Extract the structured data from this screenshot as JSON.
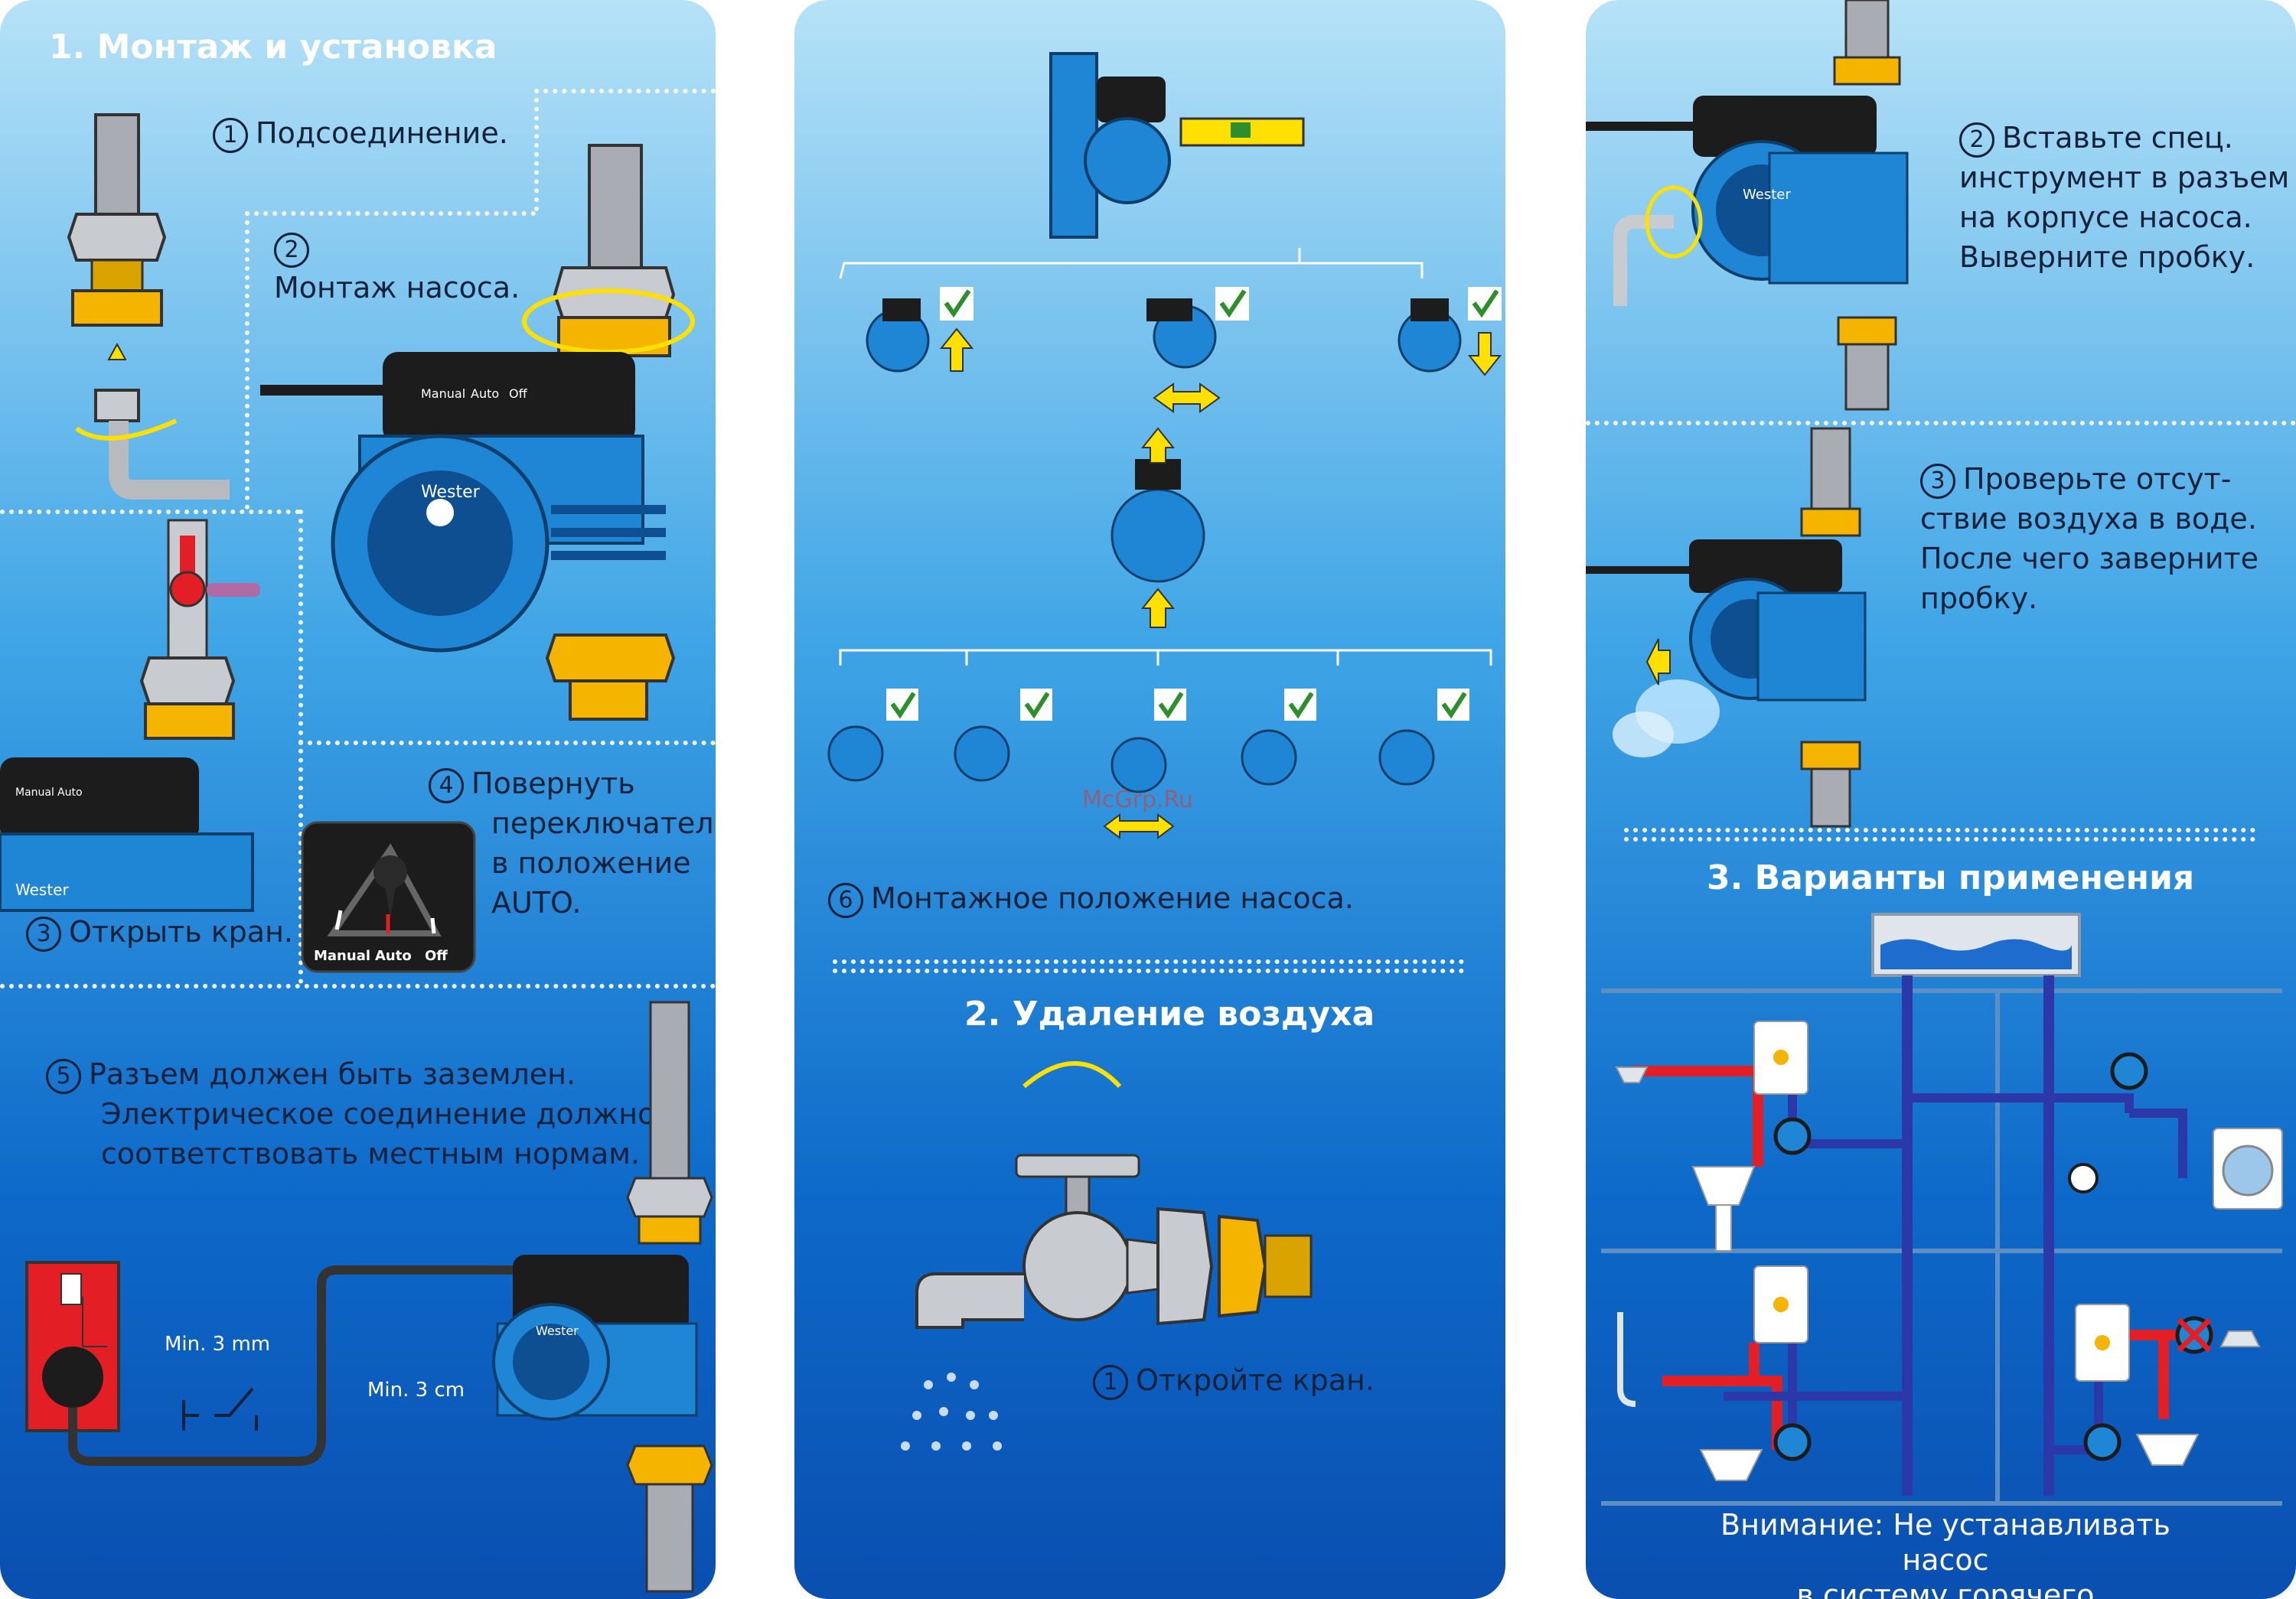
{
  "panel1": {
    "title": "1. Монтаж и установка",
    "step1": {
      "num": "1",
      "text": "Подсоединение."
    },
    "step2": {
      "num": "2",
      "text": "Монтаж насоса."
    },
    "step3": {
      "num": "3",
      "text": "Открыть кран."
    },
    "step4": {
      "num": "4",
      "lines": [
        "Повернуть",
        "переключатель",
        "в положение",
        "AUTO."
      ]
    },
    "step5": {
      "num": "5",
      "lines": [
        "Разъем должен быть заземлен.",
        "Электрическое соединение должно",
        "соответствовать местным нормам."
      ]
    },
    "switch_labels": {
      "manual": "Manual",
      "auto": "Auto",
      "off": "Off"
    },
    "min_mm": "Min. 3 mm",
    "min_cm": "Min. 3 cm",
    "brand": "Wester"
  },
  "panel2": {
    "step6": {
      "num": "6",
      "text": "Монтажное положение насоса."
    },
    "title": "2. Удаление воздуха",
    "step1": {
      "num": "1",
      "text": "Откройте кран."
    },
    "watermark": "McGrp.Ru"
  },
  "panel3": {
    "step2": {
      "num": "2",
      "lines": [
        "Вставьте спец.",
        "инструмент в разъем",
        "на корпусе насоса.",
        "Выверните пробку."
      ]
    },
    "step3": {
      "num": "3",
      "lines": [
        "Проверьте отсут-",
        "ствие воздуха в воде.",
        "После чего заверните",
        "пробку."
      ]
    },
    "title": "3. Варианты применения",
    "warning": [
      "Внимание: Не устанавливать насос",
      "в систему горячего водоснабжения"
    ]
  },
  "colors": {
    "pump_blue": "#1f86d6",
    "pump_black": "#1c1c1c",
    "brass": "#f5b400",
    "pipe_gray": "#a9adb3",
    "hot_red": "#e31e24",
    "cold_blue": "#2b39a8",
    "check_green": "#2c8f2c",
    "arrow_yellow": "#ffe000"
  }
}
